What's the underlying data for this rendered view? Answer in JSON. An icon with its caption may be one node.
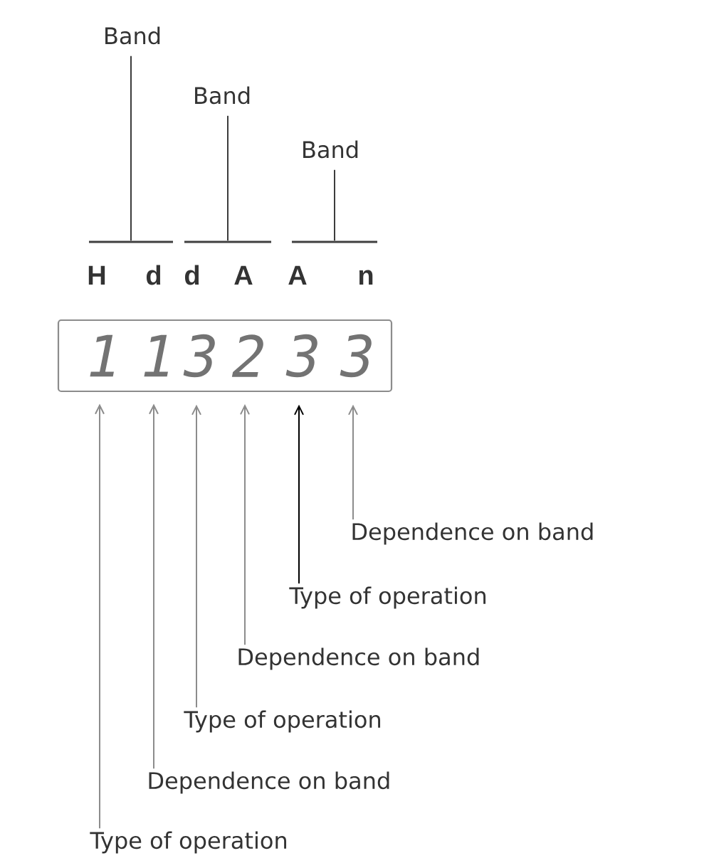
{
  "diagram": {
    "nodes": [
      {
        "text": [
          "Band"
        ]
      },
      {
        "text": [
          "Band"
        ]
      },
      {
        "text": [
          "Band"
        ]
      },
      {
        "text": [],
        "shape": "bar"
      },
      {
        "text": [],
        "shape": "bar"
      },
      {
        "text": [],
        "shape": "bar"
      },
      {
        "text": [],
        "shape": "box"
      },
      {
        "text": [
          "1"
        ],
        "in": 6
      },
      {
        "text": [
          "1"
        ],
        "in": 6
      },
      {
        "text": [
          "3"
        ],
        "in": 6
      },
      {
        "text": [
          "2"
        ],
        "in": 6
      },
      {
        "text": [
          "3"
        ],
        "in": 6
      },
      {
        "text": [
          "3"
        ],
        "in": 6
      },
      {
        "text": [
          "Dependence on band"
        ]
      },
      {
        "text": [
          "Type of operation"
        ]
      },
      {
        "text": [
          "Dependence on band"
        ]
      },
      {
        "text": [
          "Type of operation"
        ]
      },
      {
        "text": [
          "Dependence on band"
        ]
      },
      {
        "text": [
          "Type of operation"
        ]
      }
    ],
    "edges": [
      {
        "from": 0,
        "to": 3,
        "arrow": "none",
        "color": "#3c3c3c"
      },
      {
        "from": 1,
        "to": 4,
        "arrow": "none",
        "color": "#3c3c3c"
      },
      {
        "from": 2,
        "to": 5,
        "arrow": "none",
        "color": "#3c3c3c"
      },
      {
        "from": 13,
        "to": 12,
        "arrow": "to"
      },
      {
        "from": 14,
        "to": 11,
        "arrow": "to",
        "color": "#000000"
      },
      {
        "from": 15,
        "to": 10,
        "arrow": "to"
      },
      {
        "from": 16,
        "to": 9,
        "arrow": "to"
      },
      {
        "from": 17,
        "to": 8,
        "arrow": "to"
      },
      {
        "from": 18,
        "to": 7,
        "arrow": "to"
      }
    ],
    "labels": [
      "H",
      "d",
      "d",
      "A",
      "A",
      "n"
    ]
  }
}
